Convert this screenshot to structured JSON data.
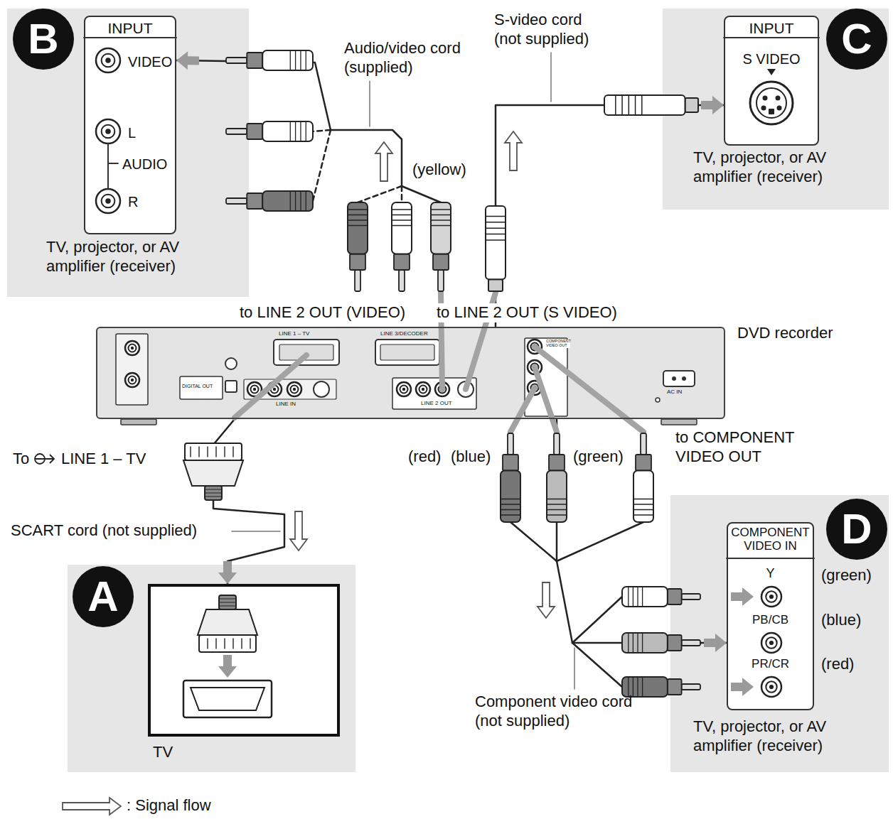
{
  "diagram": {
    "nodes": [
      {
        "text": [
          "B",
          "TV, projector, or AV amplifier (receiver)"
        ]
      },
      {
        "text": [
          "INPUT",
          "VIDEO",
          "L",
          "AUDIO",
          "R"
        ],
        "in": 0
      },
      {
        "text": [
          "C",
          "TV, projector, or AV amplifier (receiver)"
        ]
      },
      {
        "text": [
          "INPUT",
          "S VIDEO"
        ],
        "in": 2
      },
      {
        "text": [
          "DVD recorder"
        ]
      },
      {
        "text": [
          "A"
        ]
      },
      {
        "text": [
          "TV"
        ],
        "in": 5
      },
      {
        "text": [
          "D",
          "TV, projector, or AV amplifier (receiver)"
        ]
      },
      {
        "text": [
          "COMPONENT VIDEO IN",
          "Y",
          "PB/CB",
          "PR/CR"
        ],
        "in": 7
      }
    ],
    "edges": [
      {
        "from": 4,
        "to": 1,
        "label": "Audio/video cord (supplied)",
        "arrow": "to"
      },
      {
        "from": 4,
        "to": 3,
        "label": "S-video cord (not supplied)",
        "arrow": "to"
      },
      {
        "from": 4,
        "to": 6,
        "label": "SCART cord (not supplied)",
        "arrow": "to"
      },
      {
        "from": 4,
        "to": 8,
        "label": "Component video cord (not supplied)",
        "arrow": "to"
      }
    ],
    "labels": [
      "(yellow)",
      "to LINE 2 OUT (VIDEO)",
      "to LINE 2 OUT (S VIDEO)",
      "To",
      "LINE 1 – TV",
      "(red)",
      "(blue)",
      "(green)",
      "to COMPONENT VIDEO OUT",
      "(green)",
      "(blue)",
      "(red)",
      "LINE 1 – TV",
      "LINE 3/DECODER",
      "LINE IN",
      "LINE 2 OUT",
      "COMPONENT VIDEO OUT",
      "DIGITAL OUT",
      "AC IN"
    ],
    "legend": [
      {
        "text": ": Signal flow"
      }
    ]
  }
}
